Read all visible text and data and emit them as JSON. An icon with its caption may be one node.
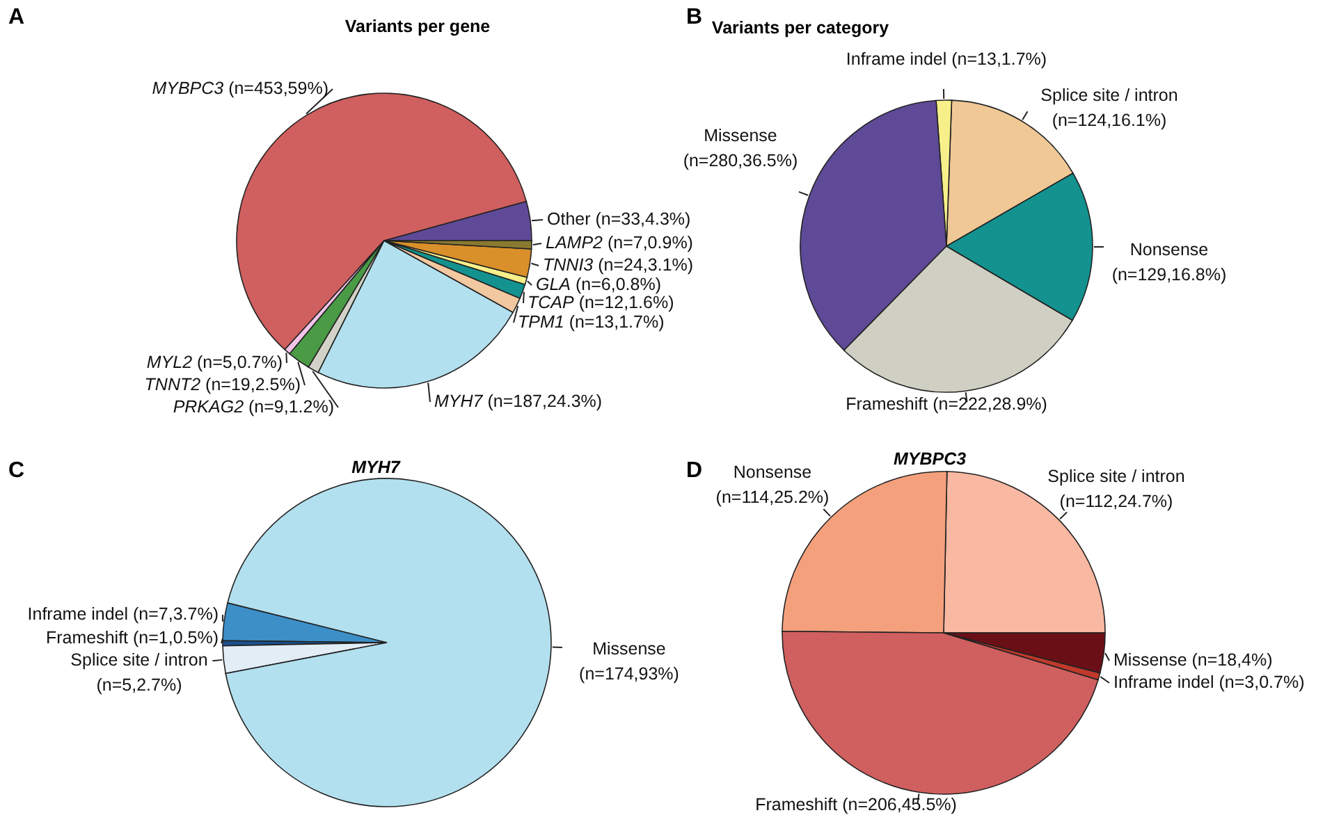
{
  "diagram": {
    "labels": [
      "A",
      "B",
      "C",
      "D"
    ],
    "chart_data": [
      {
        "type": "pie",
        "title": "Variants per gene",
        "categories": [
          "Other (n=33,4.3%)",
          "*MYBPC3* (n=453,59%)",
          "*MYL2* (n=5,0.7%)",
          "*TNNT2* (n=19,2.5%)",
          "*PRKAG2* (n=9,1.2%)",
          "*MYH7* (n=187,24.3%)",
          "*TPM1* (n=13,1.7%)",
          "*TCAP* (n=12,1.6%)",
          "*GLA* (n=6,0.8%)",
          "*TNNI3* (n=24,3.1%)",
          "*LAMP2* (n=7,0.9%)"
        ],
        "values": [
          4.3,
          59,
          0.7,
          2.5,
          1.2,
          24.3,
          1.7,
          1.6,
          0.8,
          3.1,
          0.9
        ],
        "colors": [
          "#5e4a96",
          "#d05f5f",
          "#f3c4e8",
          "#4a9a46",
          "#d2d2c8",
          "#b3e0ef",
          "#f2c8a0",
          "#13928f",
          "#f7f08a",
          "#d98f2a",
          "#8a7a30"
        ]
      },
      {
        "type": "pie",
        "title": "Variants per category",
        "categories": [
          "Splice site / intron (n=124,16.1%)",
          "Inframe indel (n=13,1.7%)",
          "Missense (n=280,36.5%)",
          "Frameshift (n=222,28.9%)",
          "Nonsense (n=129,16.8%)"
        ],
        "values": [
          16.1,
          1.7,
          36.5,
          28.9,
          16.8
        ],
        "colors": [
          "#f0c896",
          "#f7f08a",
          "#5e4a96",
          "#cfcfc3",
          "#13928f"
        ]
      },
      {
        "type": "pie",
        "title": "MYH7",
        "categories": [
          "Inframe indel (n=7,3.7%)",
          "Frameshift (n=1,0.5%)",
          "Splice site / intron (n=5,2.7%)",
          "Missense (n=174,93%)"
        ],
        "values": [
          3.7,
          0.5,
          2.7,
          93
        ],
        "colors": [
          "#3d8fc8",
          "#1a4f8a",
          "#e2edf6",
          "#b3e0ef"
        ]
      },
      {
        "type": "pie",
        "title": "MYBPC3",
        "categories": [
          "Splice site / intron (n=112,24.7%)",
          "Nonsense (n=114,25.2%)",
          "Frameshift (n=206,45.5%)",
          "Inframe indel (n=3,0.7%)",
          "Missense (n=18,4%)"
        ],
        "values": [
          24.7,
          25.2,
          45.5,
          0.7,
          4
        ],
        "colors": [
          "#f8b8a2",
          "#f4a07c",
          "#d05f5f",
          "#c0392b",
          "#6b0f17"
        ]
      }
    ]
  }
}
